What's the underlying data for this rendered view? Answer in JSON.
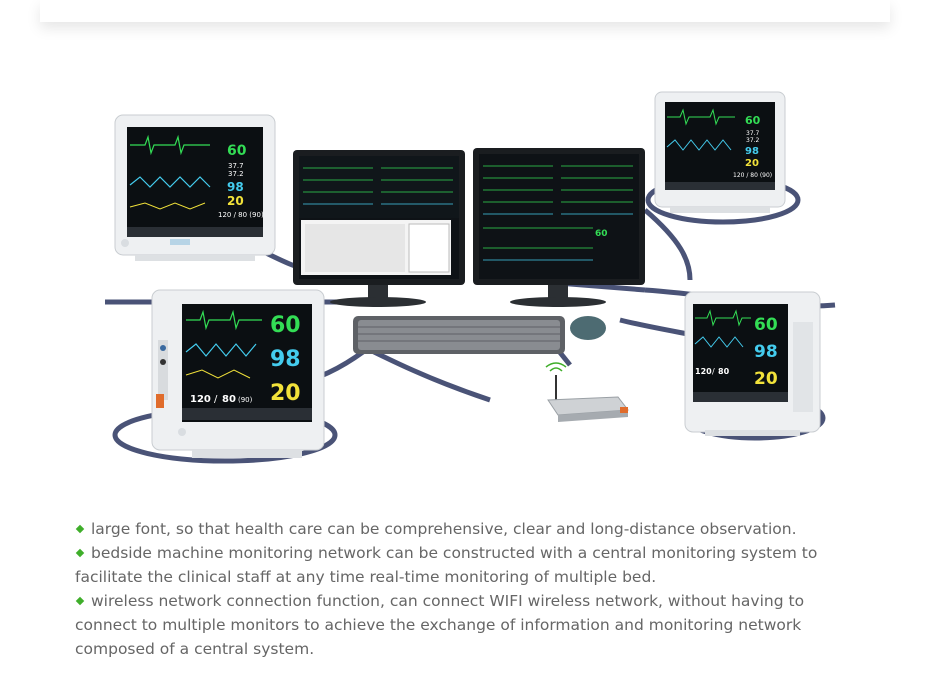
{
  "monitors": {
    "top_left": {
      "hr": "60",
      "temp1": "37.7",
      "temp2": "37.2",
      "spo2": "98",
      "resp": "20",
      "nibp": "120 / 80 (90)"
    },
    "top_right": {
      "hr": "60",
      "temp1": "37.7",
      "temp2": "37.2",
      "spo2": "98",
      "resp": "20",
      "nibp": "120 / 80 (90)"
    },
    "bottom_left": {
      "hr": "60",
      "spo2": "98",
      "resp": "20",
      "nibp_sys": "120",
      "nibp_dia": "80",
      "nibp_map": "(90)"
    },
    "bottom_right": {
      "hr": "60",
      "spo2": "98",
      "resp": "20",
      "nibp_sys": "120",
      "nibp_dia": "80"
    },
    "center_screen_value": "60"
  },
  "bullets": [
    "large font, so that health care can be comprehensive, clear and long-distance observation.",
    "bedside machine monitoring network can be constructed with a central monitoring system to facilitate the clinical staff at any time real-time monitoring of multiple bed.",
    "wireless network connection function, can connect WIFI wireless network, without having to connect to multiple monitors to achieve the exchange of information and monitoring network composed of a central system."
  ],
  "colors": {
    "accent": "#3fae2a",
    "hr": "#33dd55",
    "spo2": "#44ccee",
    "resp": "#f2e23a",
    "network": "#4a5377"
  }
}
